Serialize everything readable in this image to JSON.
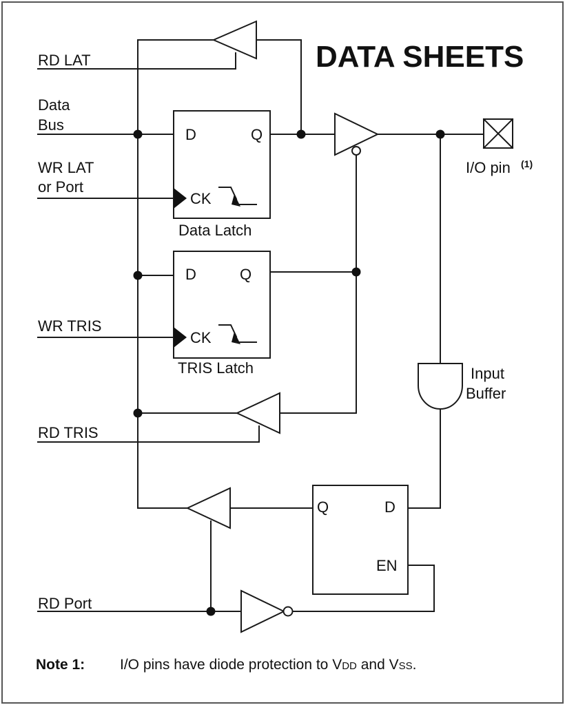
{
  "title": "DATA SHEETS",
  "signals": {
    "rd_lat": "RD LAT",
    "data_bus_1": "Data",
    "data_bus_2": "Bus",
    "wr_lat_1": "WR LAT",
    "wr_lat_2": "or Port",
    "wr_tris": "WR TRIS",
    "rd_tris": "RD TRIS",
    "rd_port": "RD Port"
  },
  "data_latch": {
    "d": "D",
    "q": "Q",
    "ck": "CK",
    "label": "Data Latch"
  },
  "tris_latch": {
    "d": "D",
    "q": "Q",
    "ck": "CK",
    "label": "TRIS Latch"
  },
  "input_latch": {
    "q": "Q",
    "d": "D",
    "en": "EN"
  },
  "io_pin": {
    "label": "I/O pin",
    "sup": "(1)"
  },
  "input_buffer": {
    "line1": "Input",
    "line2": "Buffer"
  },
  "note": {
    "label": "Note 1:",
    "text_1": "I/O pins have diode protection to V",
    "sub_1": "DD",
    "text_2": " and V",
    "sub_2": "SS",
    "text_3": "."
  }
}
